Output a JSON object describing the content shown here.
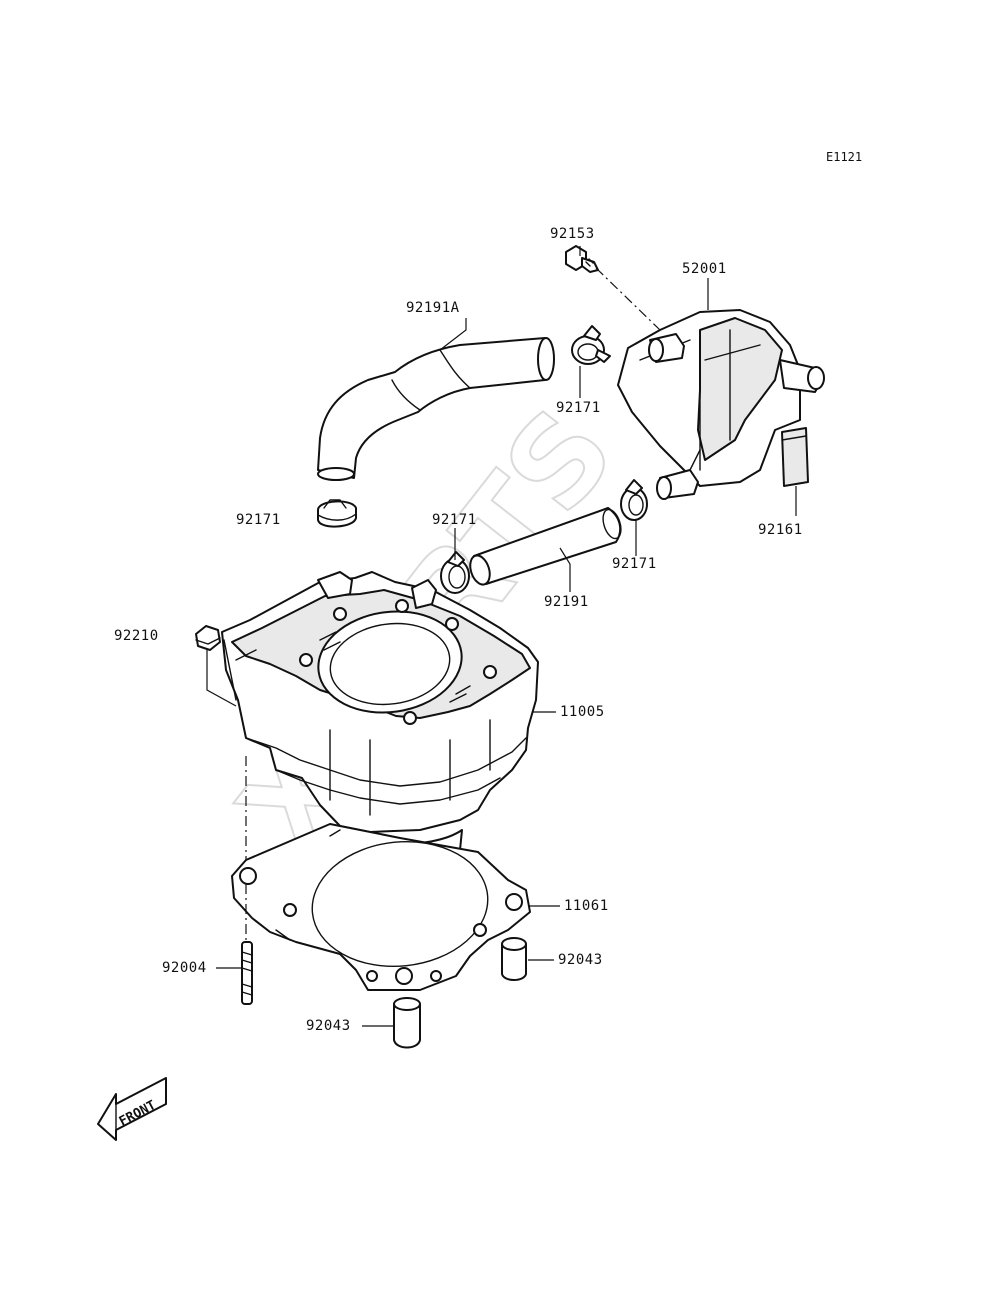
{
  "diagram_code": "E1121",
  "watermark": "XPARTS",
  "front_label": "FRONT",
  "parts": {
    "p92153": "92153",
    "p52001": "52001",
    "p92191A": "92191A",
    "p92171_a": "92171",
    "p92171_b": "92171",
    "p92171_c": "92171",
    "p92171_d": "92171",
    "p92161": "92161",
    "p92191": "92191",
    "p92210": "92210",
    "p11005": "11005",
    "p11061": "11061",
    "p92004": "92004",
    "p92043_a": "92043",
    "p92043_b": "92043"
  }
}
